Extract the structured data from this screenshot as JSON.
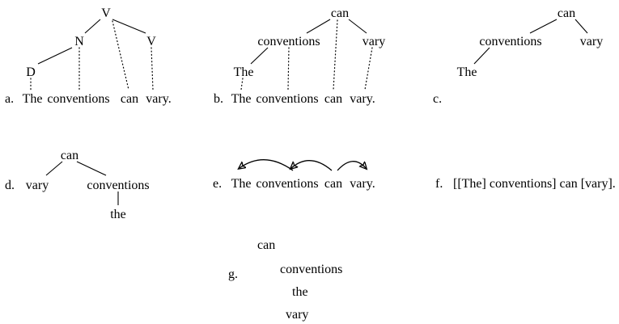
{
  "figures": {
    "a": {
      "label": "a.",
      "nodes": {
        "root": "V",
        "n": "N",
        "v": "V",
        "d": "D"
      },
      "sentence": [
        "The",
        "conventions",
        "can",
        "vary."
      ]
    },
    "b": {
      "label": "b.",
      "nodes": {
        "root": "can",
        "left": "conventions",
        "right": "vary",
        "det": "The"
      },
      "sentence": [
        "The",
        "conventions",
        "can",
        "vary."
      ]
    },
    "c": {
      "label": "c.",
      "nodes": {
        "root": "can",
        "left": "conventions",
        "right": "vary",
        "det": "The"
      }
    },
    "d": {
      "label": "d.",
      "nodes": {
        "root": "can",
        "left": "vary",
        "right": "conventions",
        "child": "the"
      }
    },
    "e": {
      "label": "e.",
      "sentence": [
        "The",
        "conventions",
        "can",
        "vary."
      ]
    },
    "f": {
      "label": "f.",
      "text": "[[The] conventions] can [vary]."
    },
    "g": {
      "label": "g.",
      "items": [
        "can",
        "conventions",
        "the",
        "vary"
      ]
    },
    "ink_color": "#000000"
  }
}
